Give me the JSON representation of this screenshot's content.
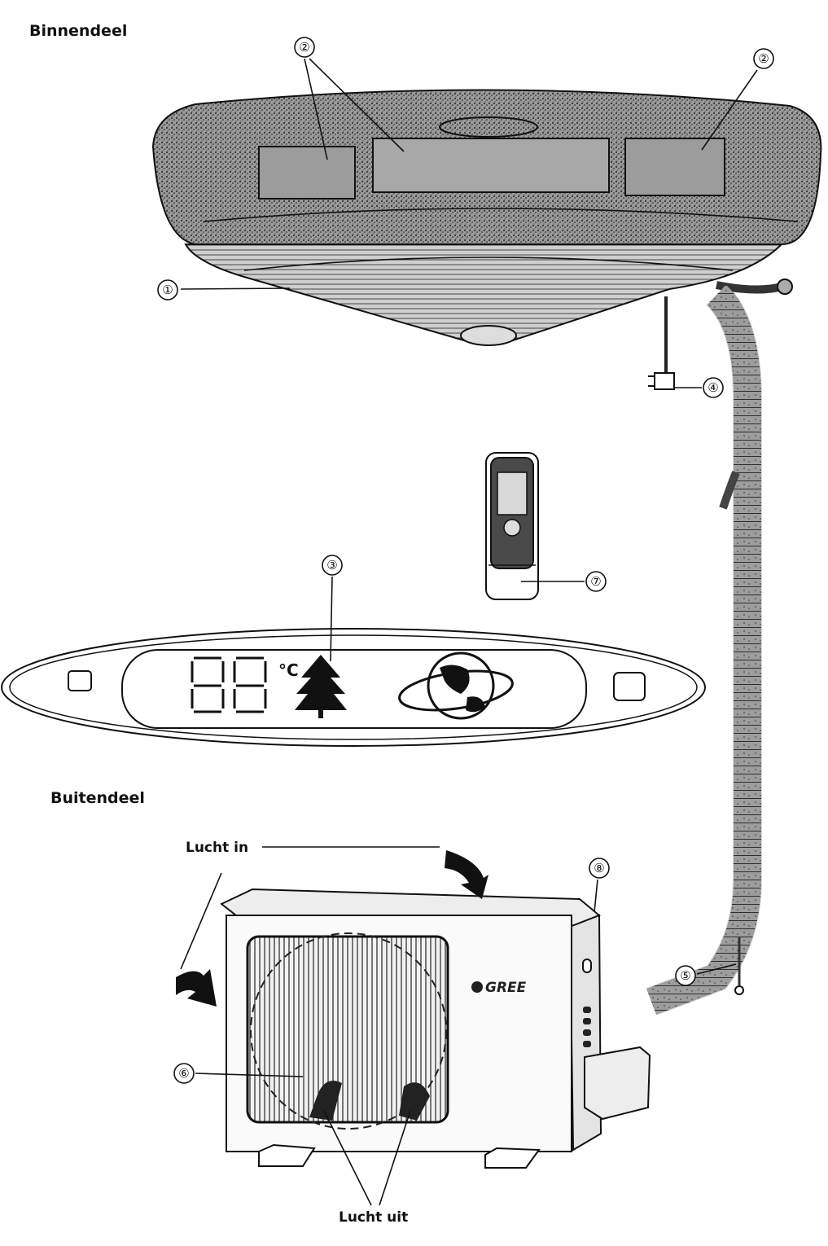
{
  "sections": {
    "indoor": "Binnendeel",
    "outdoor": "Buitendeel"
  },
  "airflow": {
    "in": "Lucht in",
    "out": "Lucht uit"
  },
  "callouts": [
    "①",
    "②",
    "②",
    "③",
    "④",
    "⑤",
    "⑥",
    "⑦",
    "⑧"
  ],
  "display": {
    "unit": "°C"
  },
  "brand": "GREE",
  "colors": {
    "ink": "#111111",
    "body_dark": "#3a3a3a",
    "body_mid": "#8a8a8a",
    "paper": "#ffffff"
  }
}
